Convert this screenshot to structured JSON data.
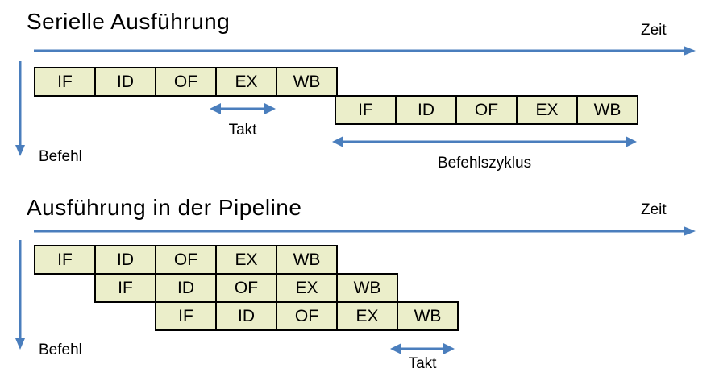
{
  "colors": {
    "box_fill": "#ebeeca",
    "box_border": "#000000",
    "arrow_blue": "#4a7ebd",
    "text_color": "#000000",
    "bg": "#ffffff"
  },
  "sections": {
    "serial": {
      "title": "Serielle Ausführung",
      "zeit_label": "Zeit",
      "rows": [
        [
          "IF",
          "ID",
          "OF",
          "EX",
          "WB"
        ],
        [
          "IF",
          "ID",
          "OF",
          "EX",
          "WB"
        ]
      ],
      "takt_label": "Takt",
      "befehl_label": "Befehl",
      "befehlszyklus_label": "Befehlszyklus"
    },
    "pipeline": {
      "title": "Ausführung in der Pipeline",
      "zeit_label": "Zeit",
      "rows": [
        [
          "IF",
          "ID",
          "OF",
          "EX",
          "WB"
        ],
        [
          "IF",
          "ID",
          "OF",
          "EX",
          "WB"
        ],
        [
          "IF",
          "ID",
          "OF",
          "EX",
          "WB"
        ]
      ],
      "takt_label": "Takt",
      "befehl_label": "Befehl"
    }
  }
}
